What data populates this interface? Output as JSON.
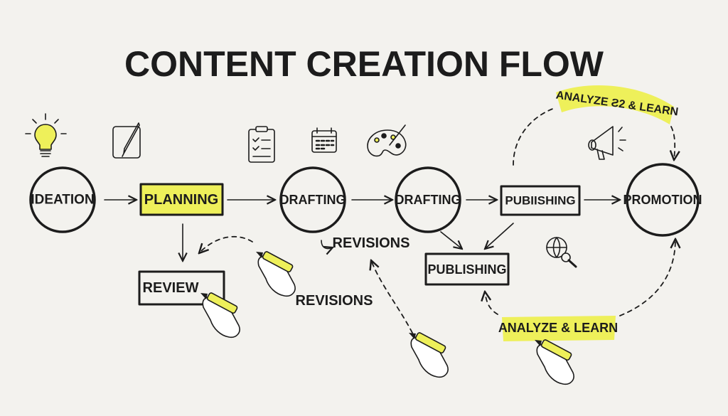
{
  "title": "CONTENT CREATION FLOW",
  "colors": {
    "ink": "#1c1c1c",
    "highlight": "#eef05a",
    "paper": "#f3f2ee"
  },
  "nodes": {
    "ideation": "IDEATION",
    "planning": "PLANNING",
    "drafting_1": "DRAFTING",
    "drafting_2": "DRAFTING",
    "pubiishing": "PUBIISHING",
    "promotion": "PROMOTION",
    "review": "REVIEW",
    "publishing": "PUBLISHING"
  },
  "labels": {
    "revisions_upper": "REVISIONS",
    "revisions_lower": "REVISIONS",
    "analyze_top": "ANALYZE Ƨ2 & LEARN",
    "analyze_bottom": "ANALYZE & LEARN"
  },
  "icons": [
    "lightbulb-icon",
    "notepad-pen-icon",
    "clipboard-checklist-icon",
    "calendar-icon",
    "palette-icon",
    "megaphone-icon",
    "globe-magnifier-icon",
    "hand-marker-icon"
  ]
}
